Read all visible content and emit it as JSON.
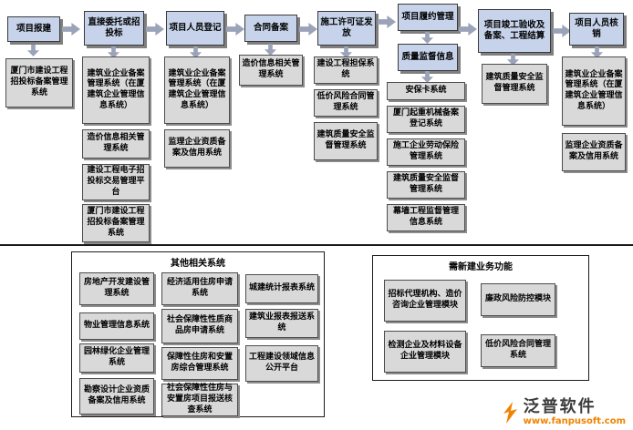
{
  "colors": {
    "flow_box_fill": "#c6d3ea",
    "system_box_fill": "#d9d9d9",
    "arrow_fill": "#9aa3b8",
    "brand_orange": "#f08300"
  },
  "flow": {
    "steps": [
      "项目报建",
      "直接委托或招投标",
      "项目人员登记",
      "合同备案",
      "施工许可证发放",
      "项目履约管理",
      "质量监督信息",
      "项目竣工验收及备案、工程结算",
      "项目人员核销"
    ]
  },
  "systems": {
    "col1": [
      "厦门市建设工程招投标备案管理系统"
    ],
    "col2": [
      "建筑业企业备案管理系统（在厦建筑企业管理信息系统）",
      "造价信息相关管理系统",
      "建设工程电子招投标交易管理平台",
      "厦门市建设工程招投标备案管理系统"
    ],
    "col3": [
      "建筑业企业备案管理系统（在厦建筑企业管理信息系统）",
      "监理企业资质备案及信用系统"
    ],
    "col4": [
      "造价信息相关管理系统"
    ],
    "col5": [
      "建设工程担保系统",
      "低价风险合同管理系统",
      "建筑质量安全监督管理系统"
    ],
    "col6": [
      "安保卡系统",
      "厦门起重机械备案登记系统",
      "施工企业劳动保险管理系统",
      "建筑质量安全监督管理系统",
      "幕墙工程监督管理信息系统"
    ],
    "col7": [
      "建筑质量安全监督管理系统"
    ],
    "col8": [
      "建筑业企业备案管理系统（在厦建筑企业管理信息系统）",
      "监理企业资质备案及信用系统"
    ]
  },
  "other_systems": {
    "title": "其他相关系统",
    "items": [
      "房地产开发建设管理系统",
      "经济适用住房申请系统",
      "城建统计报表系统",
      "物业管理信息系统",
      "社会保障性性质商品房申请系统",
      "建筑业报表报送系统",
      "园林绿化企业管理系统",
      "保障性住房和安置房综合管理系统",
      "工程建设领域信息公开平台",
      "勘察设计企业资质备案及信用系统",
      "社会保障性住房与安置房项目报送核查系统"
    ]
  },
  "new_functions": {
    "title": "需新建业务功能",
    "items": [
      "招标代理机构、造价咨询企业管理模块",
      "廉政风险防控模块",
      "检测企业及材料设备企业管理模块",
      "低价风险合同管理系统"
    ]
  },
  "watermark": {
    "brand": "泛普软件",
    "url": "www.fanpusoft.com"
  }
}
